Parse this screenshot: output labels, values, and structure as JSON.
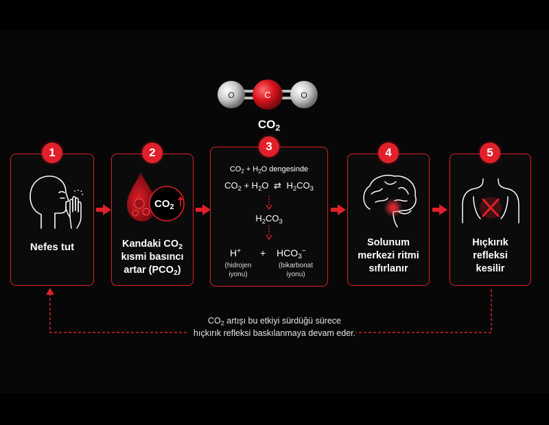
{
  "colors": {
    "accent": "#e0202a",
    "background": "#000000",
    "panel": "#070707",
    "text": "#ffffff"
  },
  "molecule": {
    "left_atom": "O",
    "center_atom": "C",
    "right_atom": "O",
    "label_main": "CO",
    "label_sub": "2"
  },
  "steps": [
    {
      "number": "1",
      "icon": "person-holding-breath-icon",
      "text": "Nefes tut"
    },
    {
      "number": "2",
      "icon": "blood-drop-co2-icon",
      "badge_main": "CO",
      "badge_sub": "2",
      "line1_a": "Kandaki CO",
      "line1_sub": "2",
      "line2": "kısmi basıncı",
      "line3_a": "artar (PCO",
      "line3_sub": "2",
      "line3_b": ")"
    },
    {
      "number": "3",
      "eq1_a": "CO",
      "eq1_sub1": "2",
      "eq1_b": " + H",
      "eq1_sub2": "2",
      "eq1_c": "O dengesinde",
      "eq2_lhs_a": "CO",
      "eq2_lhs_sub1": "2",
      "eq2_lhs_b": " + H",
      "eq2_lhs_sub2": "2",
      "eq2_lhs_c": "O",
      "eq2_arrow": "⇄",
      "eq2_rhs_a": "H",
      "eq2_rhs_sub1": "2",
      "eq2_rhs_b": "CO",
      "eq2_rhs_sub2": "3",
      "mid_a": "H",
      "mid_sub1": "2",
      "mid_b": "CO",
      "mid_sub2": "3",
      "ion1": "H",
      "ion1_sup": "+",
      "plus": "+",
      "ion2_a": "HCO",
      "ion2_sub": "3",
      "ion2_sup": "−",
      "ion1_caption1": "(hidrojen",
      "ion1_caption2": "iyonu)",
      "ion2_caption1": "(bikarbonat",
      "ion2_caption2": "iyonu)"
    },
    {
      "number": "4",
      "icon": "brain-icon",
      "line1": "Solunum",
      "line2": "merkezi ritmi",
      "line3": "sıfırlanır"
    },
    {
      "number": "5",
      "icon": "torso-x-icon",
      "line1": "Hıçkırık",
      "line2": "refleksi",
      "line3": "kesilir"
    }
  ],
  "note": {
    "line1_a": "CO",
    "line1_sub": "2",
    "line1_b": " artışı bu etkiyi sürdüğü sürece",
    "line2": "hıçkırık refleksi baskılanmaya devam eder."
  }
}
